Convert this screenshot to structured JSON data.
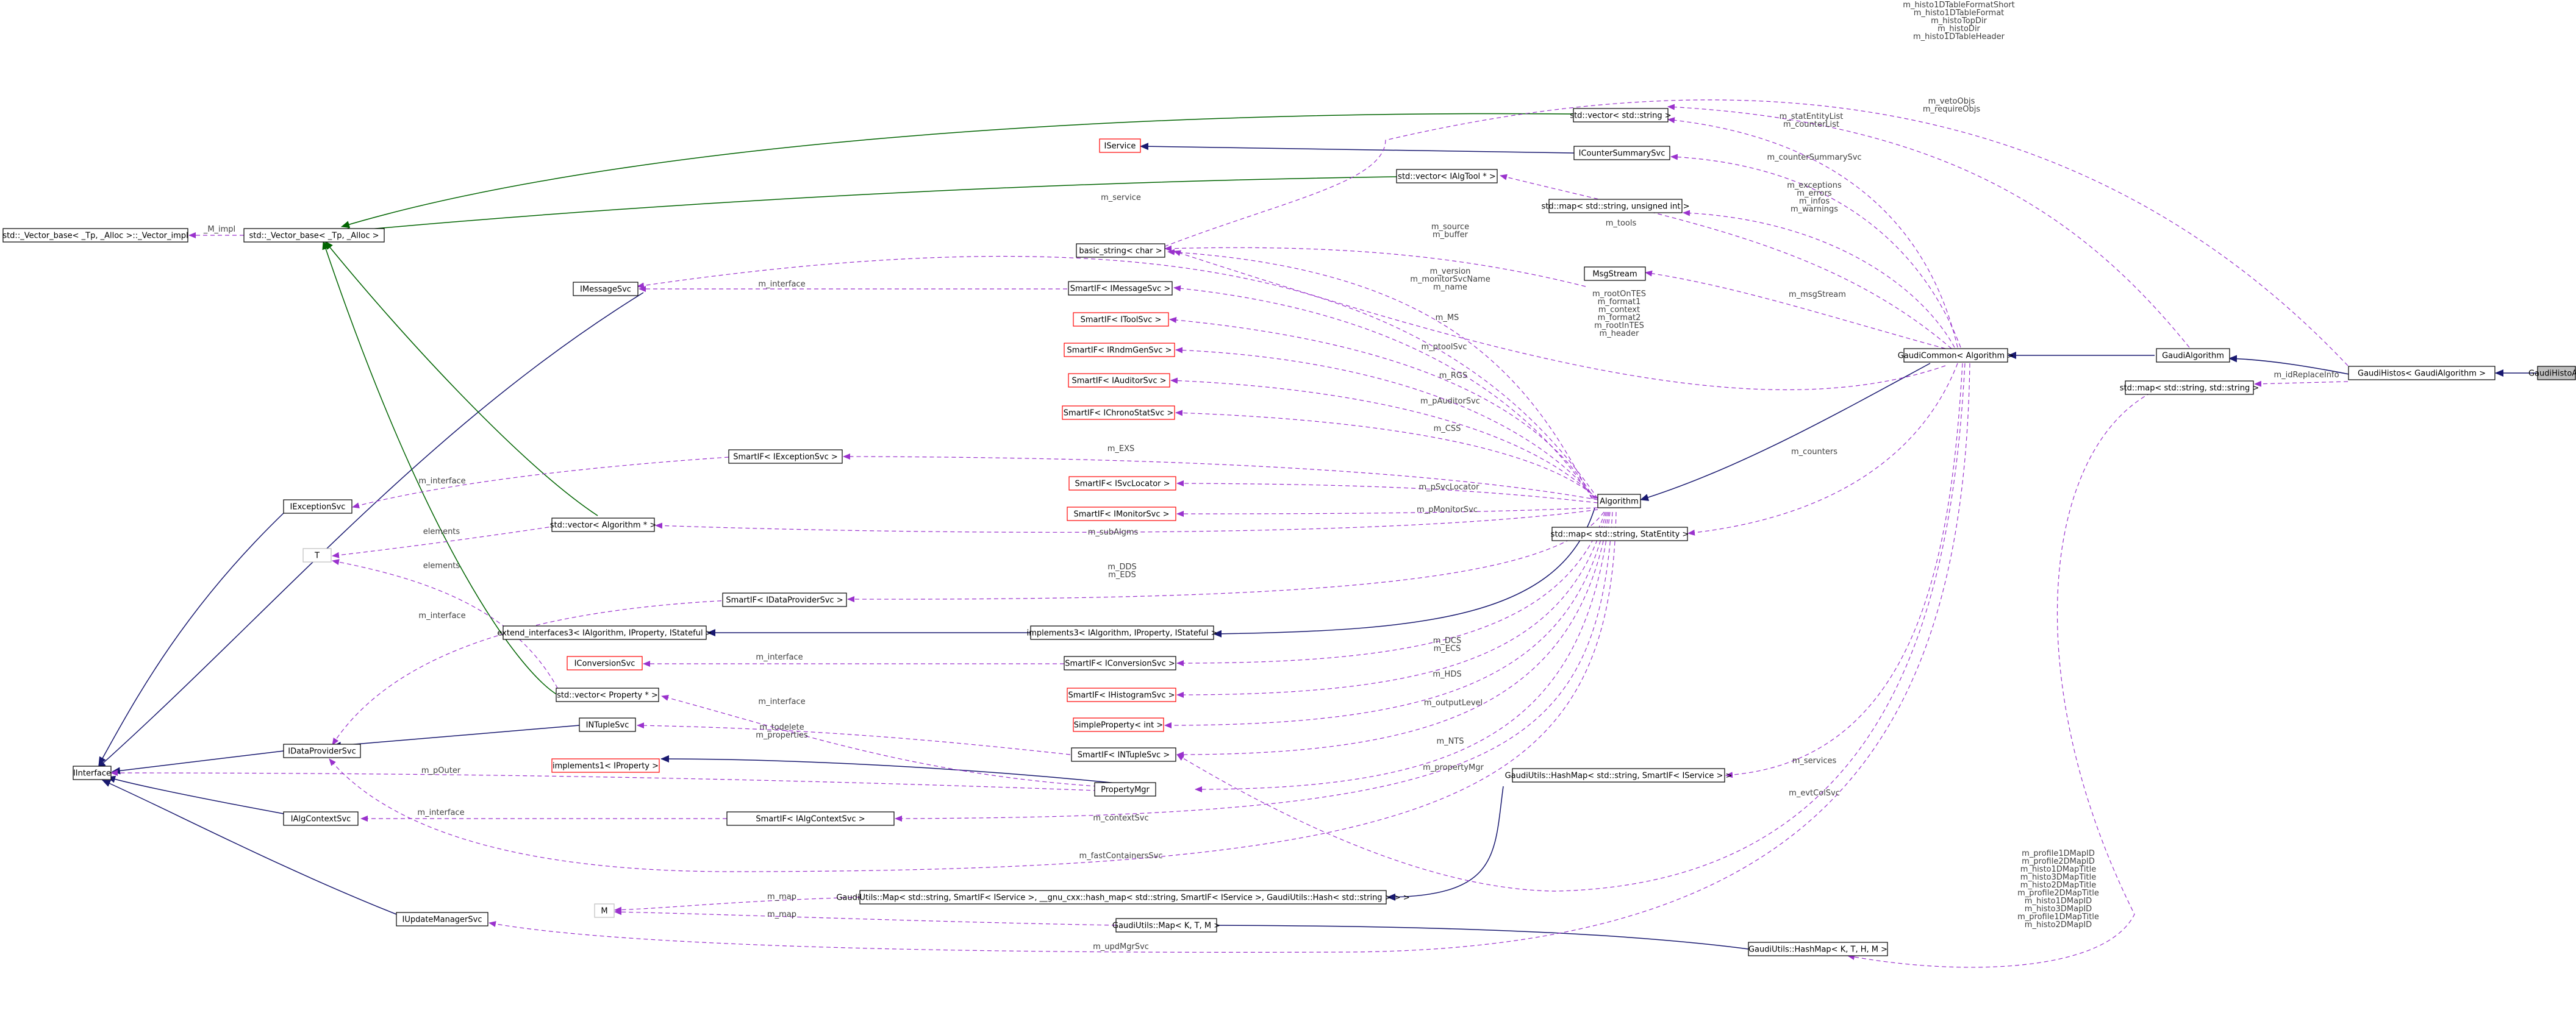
{
  "nodes": {
    "gaudihistoalg": "GaudiHistoAlg",
    "gaudihistos": "GaudiHistos< GaudiAlgorithm >",
    "gaudialgorithm": "GaudiAlgorithm",
    "gaudicommon": "GaudiCommon< Algorithm >",
    "algorithm": "Algorithm",
    "map_str_str": "std::map< std::string, std::string >",
    "vector_string": "std::vector< std::string >",
    "icountersummarysvc": "ICounterSummarySvc",
    "iservice": "IService",
    "vector_ialgtool": "std::vector< IAlgTool * >",
    "map_str_uint": "std::map< std::string, unsigned int >",
    "msgstream": "MsgStream",
    "basic_string": "basic_string< char >",
    "smartif_imessagesvc": "SmartIF< IMessageSvc >",
    "smartif_itoolsvc": "SmartIF< IToolSvc >",
    "smartif_irndmgensvc": "SmartIF< IRndmGenSvc >",
    "smartif_iauditorsvc": "SmartIF< IAuditorSvc >",
    "smartif_ichronostatsvc": "SmartIF< IChronoStatSvc >",
    "smartif_iexceptionsvc": "SmartIF< IExceptionSvc >",
    "smartif_isvclocator": "SmartIF< ISvcLocator >",
    "smartif_imonitorsvc": "SmartIF< IMonitorSvc >",
    "map_str_statentity": "std::map< std::string, StatEntity >",
    "vector_algorithm": "std::vector< Algorithm * >",
    "smartif_idataprovidersvc": "SmartIF< IDataProviderSvc >",
    "extend_interfaces3": "extend_interfaces3< IAlgorithm, IProperty, IStateful >",
    "implements3": "implements3< IAlgorithm, IProperty, IStateful >",
    "smartif_iconversionsvc": "SmartIF< IConversionSvc >",
    "smartif_ihistogramsvc": "SmartIF< IHistogramSvc >",
    "simpleproperty_int": "SimpleProperty< int >",
    "smartif_intuplesvc": "SmartIF< INTupleSvc >",
    "propertymgr": "PropertyMgr",
    "smartif_ialgcontextsvc": "SmartIF< IAlgContextSvc >",
    "hashmap_svc": "GaudiUtils::HashMap< std::string, SmartIF< IService > >",
    "utils_map_long": "GaudiUtils::Map< std::string, SmartIF< IService >, __gnu_cxx::hash_map< std::string, SmartIF< IService >, GaudiUtils::Hash< std::string > > >",
    "utils_map_ktm": "GaudiUtils::Map< K, T, M >",
    "utils_hashmap_kthm": "GaudiUtils::HashMap< K, T, H, M >",
    "vector_base_impl": "std::_Vector_base< _Tp, _Alloc >::_Vector_impl",
    "vector_base": "std::_Vector_base< _Tp, _Alloc >",
    "imessagesvc": "IMessageSvc",
    "iexceptionsvc": "IExceptionSvc",
    "T": "T",
    "vector_property": "std::vector< Property * >",
    "iconversionsvc": "IConversionSvc",
    "intuplesvc": "INTupleSvc",
    "idataprovidersvc": "IDataProviderSvc",
    "implements1": "implements1< IProperty >",
    "interface": "IInterface",
    "ialgcontextsvc": "IAlgContextSvc",
    "M": "M",
    "iupdatemanagersvc": "IUpdateManagerSvc"
  },
  "edge_labels": {
    "histo_names": [
      "m_histo1DTableFormatShort",
      "m_histo1DTableFormat",
      "m_histoTopDir",
      "m_histoDir",
      "m_histo1DTableHeader"
    ],
    "vetoobjs": [
      "m_vetoObjs",
      "m_requireObjs"
    ],
    "statentity": [
      "m_statEntityList",
      "m_counterList"
    ],
    "countersummary": [
      "m_counterSummarySvc"
    ],
    "exceptions": [
      "m_exceptions",
      "m_errors",
      "m_infos",
      "m_warnings"
    ],
    "tools": [
      "m_tools"
    ],
    "msgstream": [
      "m_msgStream"
    ],
    "idreplace": [
      "m_idReplaceInfo"
    ],
    "counters": [
      "m_counters"
    ],
    "services": [
      "m_services"
    ],
    "evtcolsvc": [
      "m_evtColSvc"
    ],
    "map_ids": [
      "m_profile1DMapID",
      "m_profile2DMapID",
      "m_histo1DMapTitle",
      "m_histo3DMapTitle",
      "m_histo2DMapTitle",
      "m_profile2DMapTitle",
      "m_histo1DMapID",
      "m_histo3DMapID",
      "m_profile1DMapTitle",
      "m_histo2DMapID"
    ],
    "root_formats": [
      "m_rootOnTES",
      "m_format1",
      "m_context",
      "m_format2",
      "m_rootInTES",
      "m_header"
    ],
    "impl": [
      "_M_impl"
    ],
    "service": [
      "m_service"
    ],
    "source_buffer": [
      "m_source",
      "m_buffer"
    ],
    "version_names": [
      "m_version",
      "m_monitorSvcName",
      "m_name"
    ],
    "ms": [
      "m_MS"
    ],
    "ptoolsvc": [
      "m_ptoolSvc"
    ],
    "rgs": [
      "m_RGS"
    ],
    "pauditorsvc": [
      "m_pAuditorSvc"
    ],
    "css": [
      "m_CSS"
    ],
    "exs": [
      "m_EXS"
    ],
    "psvclocator": [
      "m_pSvcLocator"
    ],
    "pmonitorsvc": [
      "m_pMonitorSvc"
    ],
    "subalgms": [
      "m_subAlgms"
    ],
    "dds_eds": [
      "m_DDS",
      "m_EDS"
    ],
    "dcs_ecs": [
      "m_DCS",
      "m_ECS"
    ],
    "hds": [
      "m_HDS"
    ],
    "outputlevel": [
      "m_outputLevel"
    ],
    "nts": [
      "m_NTS"
    ],
    "propertymgr": [
      "m_propertyMgr"
    ],
    "contextsvc": [
      "m_contextSvc"
    ],
    "fastcontainers": [
      "m_fastContainersSvc"
    ],
    "interface": [
      "m_interface"
    ],
    "elements": [
      "elements"
    ],
    "todelete": [
      "m_todelete",
      "m_properties"
    ],
    "pouter": [
      "m_pOuter"
    ],
    "map": [
      "m_map"
    ],
    "updmgrsvc": [
      "m_updMgrSvc"
    ]
  }
}
